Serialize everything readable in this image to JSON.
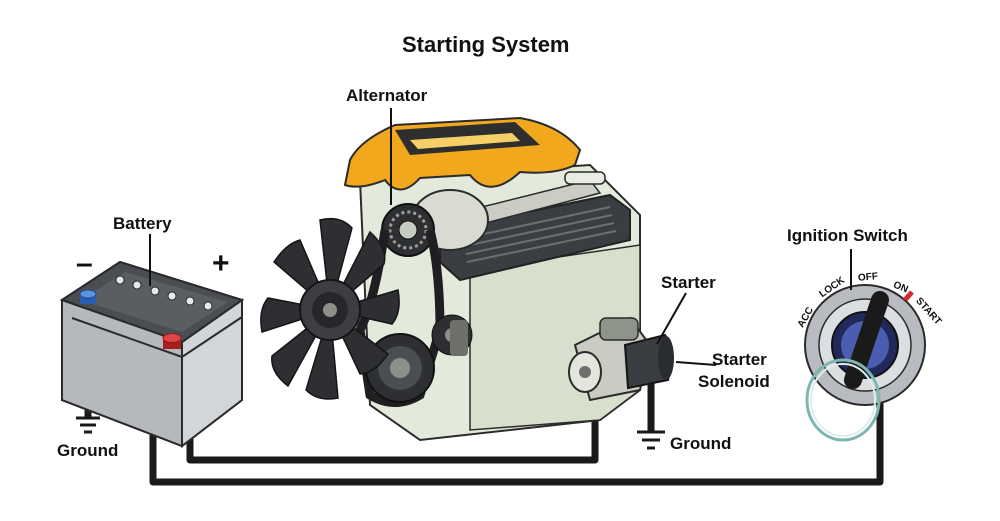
{
  "title": "Starting System",
  "labels": {
    "alternator": "Alternator",
    "battery": "Battery",
    "starter": "Starter",
    "starter_solenoid_line1": "Starter",
    "starter_solenoid_line2": "Solenoid",
    "ignition_switch": "Ignition Switch",
    "ground_left": "Ground",
    "ground_right": "Ground",
    "minus": "–",
    "plus": "+"
  },
  "ignition_positions": [
    "ACC",
    "LOCK",
    "OFF",
    "ON",
    "START"
  ],
  "icons": [
    "car-battery-icon",
    "engine-icon",
    "cooling-fan-icon",
    "starter-motor-icon",
    "ignition-key-icon",
    "ground-symbol-icon"
  ],
  "colors": {
    "wire": "#1a1a1a",
    "engine_cover": "#f2a81d",
    "engine_block": "#dfe7d2",
    "battery_body": "#c9ccd0",
    "terminal_negative": "#3a7bd5",
    "terminal_positive": "#d62b2b",
    "start_marker": "#d62b2b",
    "keyring": "#7fb7b0"
  }
}
